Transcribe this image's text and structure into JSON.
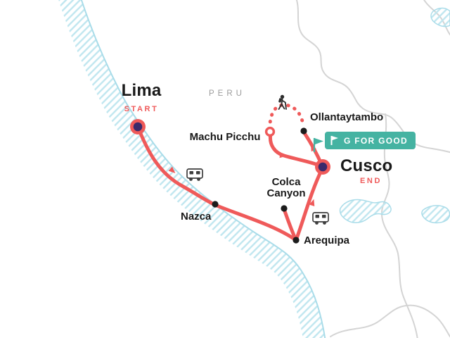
{
  "region_label": "PERU",
  "badge": {
    "label": "G FOR GOOD",
    "icon": "flag-icon"
  },
  "locations": {
    "lima": {
      "name": "Lima",
      "tag": "START",
      "marker": "large-circle"
    },
    "nazca": {
      "name": "Nazca",
      "marker": "dot"
    },
    "arequipa": {
      "name": "Arequipa",
      "marker": "dot"
    },
    "colca_canyon": {
      "name": "Colca Canyon",
      "marker": "dot"
    },
    "machu_picchu": {
      "name": "Machu Picchu",
      "marker": "open-circle"
    },
    "ollantaytambo": {
      "name": "Ollantaytambo",
      "marker": "dot"
    },
    "cusco": {
      "name": "Cusco",
      "tag": "END",
      "marker": "large-circle"
    }
  },
  "route": {
    "solid_segments": [
      [
        "Lima",
        "Nazca",
        "Arequipa"
      ],
      [
        "Arequipa",
        "Colca Canyon"
      ],
      [
        "Arequipa",
        "Cusco"
      ],
      [
        "Cusco",
        "Ollantaytambo"
      ],
      [
        "Machu Picchu",
        "Cusco"
      ]
    ],
    "dotted_segments": [
      [
        "Ollantaytambo",
        "Machu Picchu"
      ]
    ],
    "transport_icons": [
      {
        "icon": "bus-icon",
        "between": [
          "Lima",
          "Nazca"
        ]
      },
      {
        "icon": "bus-icon",
        "between": [
          "Arequipa",
          "Cusco"
        ]
      },
      {
        "icon": "hiker-icon",
        "between": [
          "Ollantaytambo",
          "Machu Picchu"
        ]
      }
    ]
  },
  "colors": {
    "route": "#ef5a5a",
    "marker_core": "#3a2a6b",
    "dot": "#1c1c1c",
    "teal": "#45b3a2",
    "ocean": "#bfe6ef",
    "ocean_line": "#a9dce9",
    "border": "#d4d4d4",
    "label": "#191919",
    "region": "#9b9b9b",
    "bg": "#ffffff"
  }
}
